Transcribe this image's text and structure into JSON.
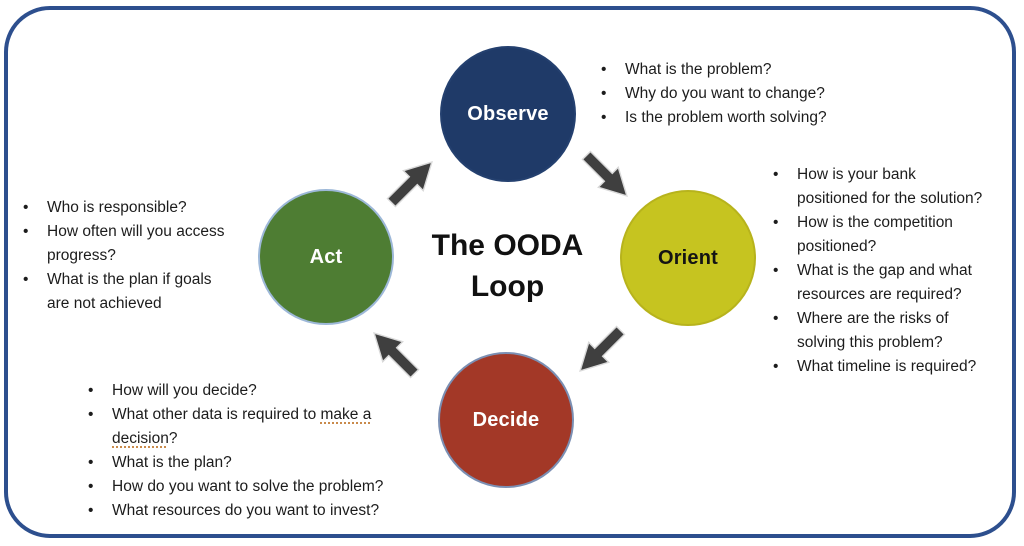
{
  "title": "The OODA Loop",
  "frame": {
    "border_color": "#2d4f8e",
    "background": "#ffffff"
  },
  "arrow": {
    "fill": "#3f3f3f",
    "outline": "#d9d9d9"
  },
  "nodes": {
    "observe": {
      "label": "Observe",
      "fill": "#1f3a68",
      "text_color": "#ffffff"
    },
    "orient": {
      "label": "Orient",
      "fill": "#c6c420",
      "text_color": "#141414"
    },
    "decide": {
      "label": "Decide",
      "fill": "#a33827",
      "text_color": "#ffffff"
    },
    "act": {
      "label": "Act",
      "fill": "#4e7d33",
      "text_color": "#ffffff"
    }
  },
  "lists": {
    "observe": {
      "items": [
        "What is the problem?",
        "Why do you want to change?",
        "Is the problem worth solving?"
      ]
    },
    "orient": {
      "items": [
        "How is your bank positioned for the solution?",
        "How is the competition positioned?",
        "What is the gap and what resources are required?",
        "Where are the risks of solving this problem?",
        "What timeline is required?"
      ]
    },
    "decide": {
      "items": [
        "How will you decide?",
        "What other data is required to make a decision?",
        "What is the plan?",
        "How do you want to solve the problem?",
        "What resources do you want to invest?"
      ]
    },
    "act": {
      "items": [
        "Who is responsible?",
        "How often will you access progress?",
        "What is the plan if goals are not achieved"
      ]
    }
  },
  "proofing_underline": {
    "list": "decide",
    "item_index": 1,
    "phrase": "make a decision"
  }
}
